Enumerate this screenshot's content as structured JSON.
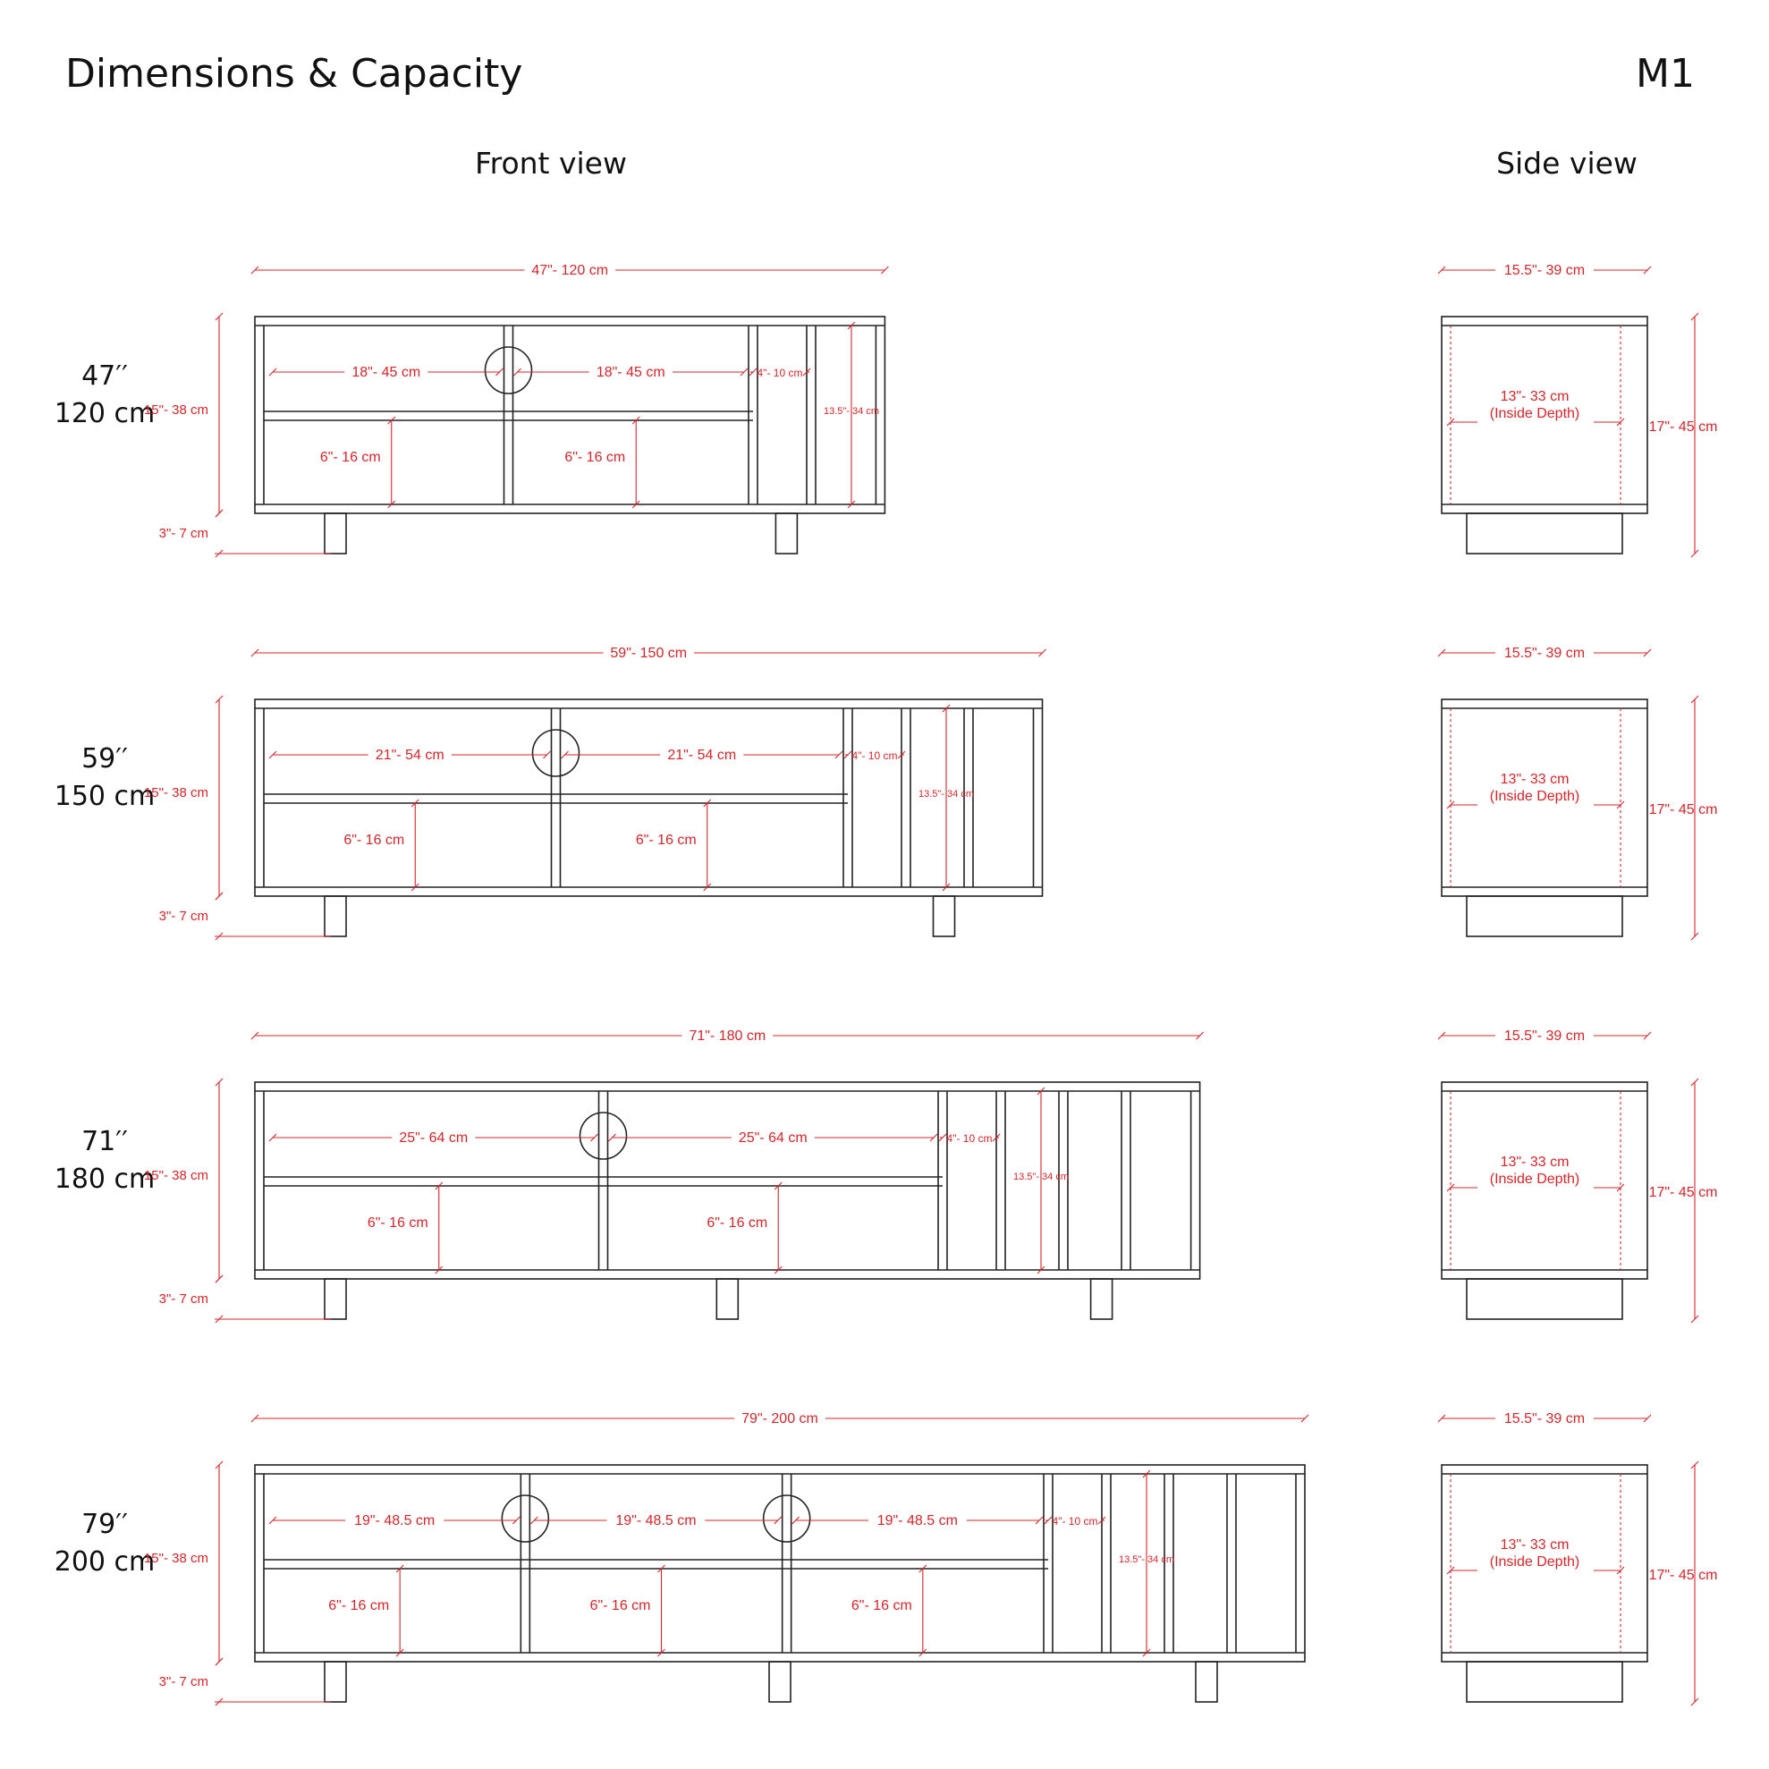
{
  "header": {
    "title": "Dimensions & Capacity",
    "model": "M1"
  },
  "views": {
    "front_label": "Front view",
    "side_label": "Side view"
  },
  "sizes": [
    {
      "label_in": "47′′",
      "label_cm": "120 cm",
      "total_width": "47\"- 120 cm",
      "height": "15\"- 38 cm",
      "leg": "3\"- 7 cm",
      "comp_width": "18\"- 45 cm",
      "comp_height": "6\"- 16 cm",
      "slot_width": "4\"- 10 cm",
      "slot_height": "13.5\"- 34 cm"
    },
    {
      "label_in": "59′′",
      "label_cm": "150 cm",
      "total_width": "59\"- 150 cm",
      "height": "15\"- 38 cm",
      "leg": "3\"- 7 cm",
      "comp_width": "21\"- 54 cm",
      "comp_height": "6\"- 16 cm",
      "slot_width": "4\"- 10 cm",
      "slot_height": "13.5\"- 34 cm"
    },
    {
      "label_in": "71′′",
      "label_cm": "180 cm",
      "total_width": "71\"- 180 cm",
      "height": "15\"- 38 cm",
      "leg": "3\"- 7 cm",
      "comp_width": "25\"- 64 cm",
      "comp_height": "6\"- 16 cm",
      "slot_width": "4\"- 10 cm",
      "slot_height": "13.5\"- 34 cm"
    },
    {
      "label_in": "79′′",
      "label_cm": "200 cm",
      "total_width": "79\"- 200 cm",
      "height": "15\"- 38 cm",
      "leg": "3\"- 7 cm",
      "comp_width": "19\"- 48.5 cm",
      "comp_height": "6\"- 16 cm",
      "slot_width": "4\"- 10 cm",
      "slot_height": "13.5\"- 34 cm"
    }
  ],
  "side": {
    "depth": "15.5\"- 39 cm",
    "total_height": "17\"- 45 cm",
    "inside_depth": "13\"- 33 cm",
    "inside_depth_note": "(Inside Depth)"
  },
  "colors": {
    "dimension": "#d8232a",
    "line": "#222222"
  }
}
